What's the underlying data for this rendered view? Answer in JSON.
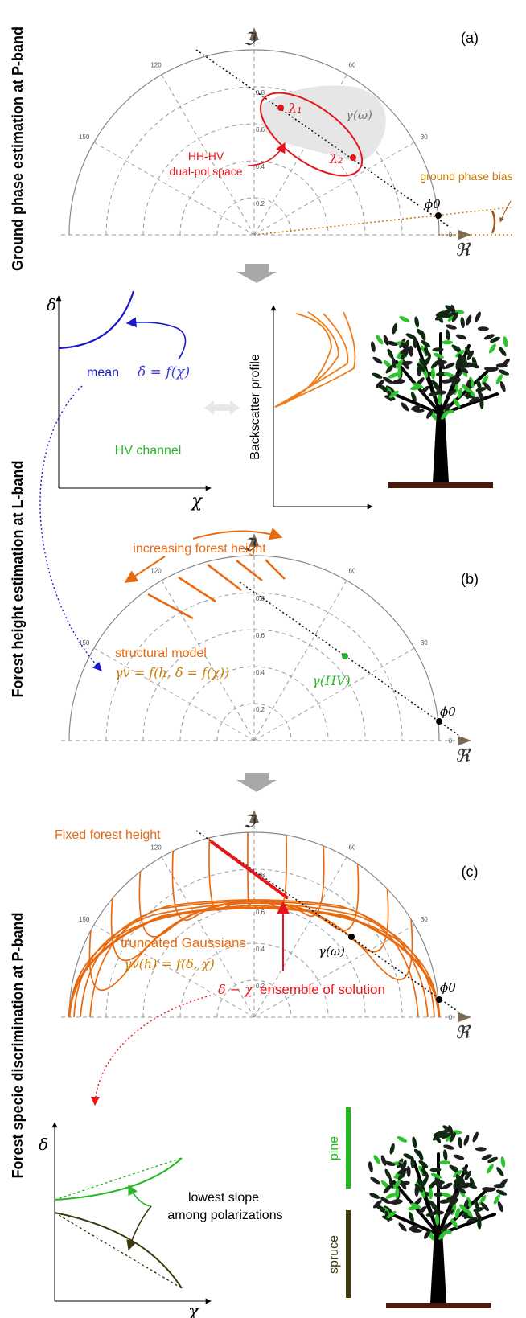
{
  "side_labels": [
    "Ground phase estimation at P-band",
    "Forest height estimation at L-band",
    "Forest specie discrimination at P-band"
  ],
  "panel_letters": [
    "(a)",
    "(b)",
    "(c)"
  ],
  "axes": {
    "imag": "ℑ",
    "real": "ℜ",
    "angles": [
      "90",
      "120",
      "60",
      "150",
      "30",
      "0"
    ],
    "radii": [
      "0.2",
      "0.4",
      "0.6",
      "0.8"
    ]
  },
  "panel_a": {
    "lambda1": "λ₁",
    "lambda2": "λ₂",
    "gamma_omega": "γ(ω)",
    "dualpol_line1": "HH-HV",
    "dualpol_line2": "dual-pol space",
    "bias_label": "ground phase bias",
    "phi0": "ϕ0",
    "colors": {
      "ellipse": "#e8141b",
      "bias": "#c77a00",
      "region": "#e6e6e6"
    }
  },
  "middle": {
    "delta_axis": "δ",
    "chi_axis": "χ",
    "mean_label": "mean",
    "mean_formula": "δ̂ = f(χ)",
    "hv_channel": "HV channel",
    "backscatter_profile": "Backscatter profile",
    "colors": {
      "mean": "#1a1acc",
      "hv": "#2bb52b",
      "profile": "#f07d1a"
    }
  },
  "panel_b": {
    "increasing": "increasing forest height",
    "structural_model": "structural model",
    "model_formula": "γv = f(h, δ̂ = f(χ))",
    "gamma_hv": "γ(HV)",
    "phi0": "ϕ0",
    "colors": {
      "orange": "#e86a10",
      "green": "#2bb52b"
    }
  },
  "panel_c": {
    "fixed_height": "Fixed forest height",
    "truncated": "truncated Gaussians",
    "gauss_formula": "γv(h) = f(δ, χ)",
    "ensemble_symbol": "δ − χ",
    "ensemble_text": "ensemble of solution",
    "gamma_omega": "γ(ω)",
    "phi0": "ϕ0",
    "colors": {
      "curves": "#e86a10",
      "red": "#e8141b"
    }
  },
  "bottom": {
    "delta_axis": "δ",
    "chi_axis": "χ",
    "lowest_slope_line1": "lowest slope",
    "lowest_slope_line2": "among polarizations",
    "pine": "pine",
    "spruce": "spruce",
    "colors": {
      "pine": "#22b822",
      "spruce": "#3d3a0e"
    }
  }
}
